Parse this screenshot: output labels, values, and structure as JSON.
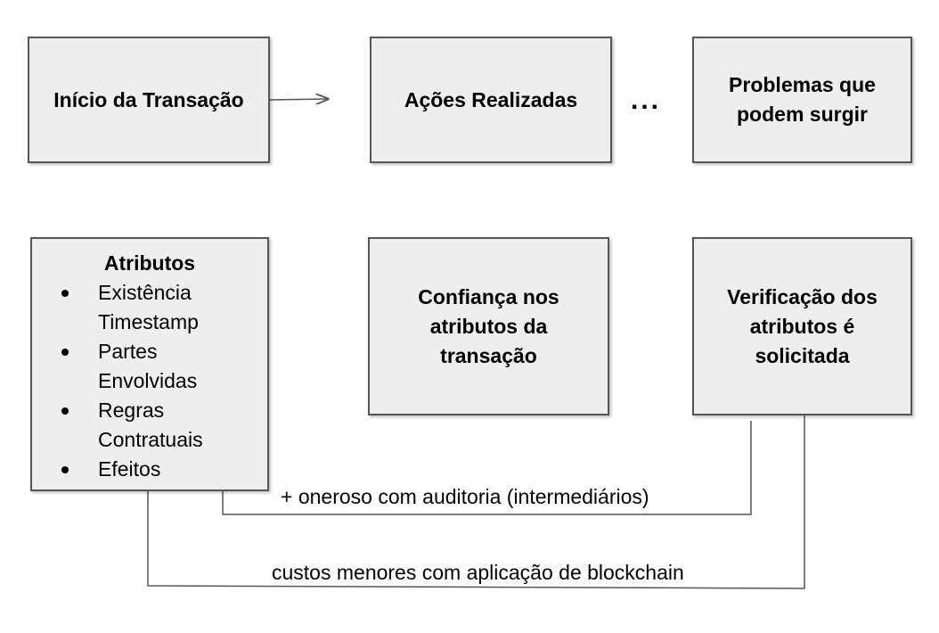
{
  "top_row": {
    "inicio": "Início da Transação",
    "acoes": "Ações Realizadas",
    "ellipsis": "...",
    "problemas": "Problemas que\npodem surgir"
  },
  "bottom_row": {
    "atributos": {
      "title": "Atributos",
      "items": [
        "Existência\nTimestamp",
        "Partes\nEnvolvidas",
        "Regras\nContratuais",
        "Efeitos"
      ]
    },
    "confianca": "Confiança nos\natributos da\ntransação",
    "verificacao": "Verificação dos\natributos é\nsolicitada"
  },
  "connectors": {
    "oneroso": "+ oneroso com auditoria (intermediários)",
    "custos": "custos menores com aplicação de blockchain"
  },
  "colors": {
    "box_fill": "#eeeeee",
    "box_border": "#555555",
    "line": "#555555"
  }
}
